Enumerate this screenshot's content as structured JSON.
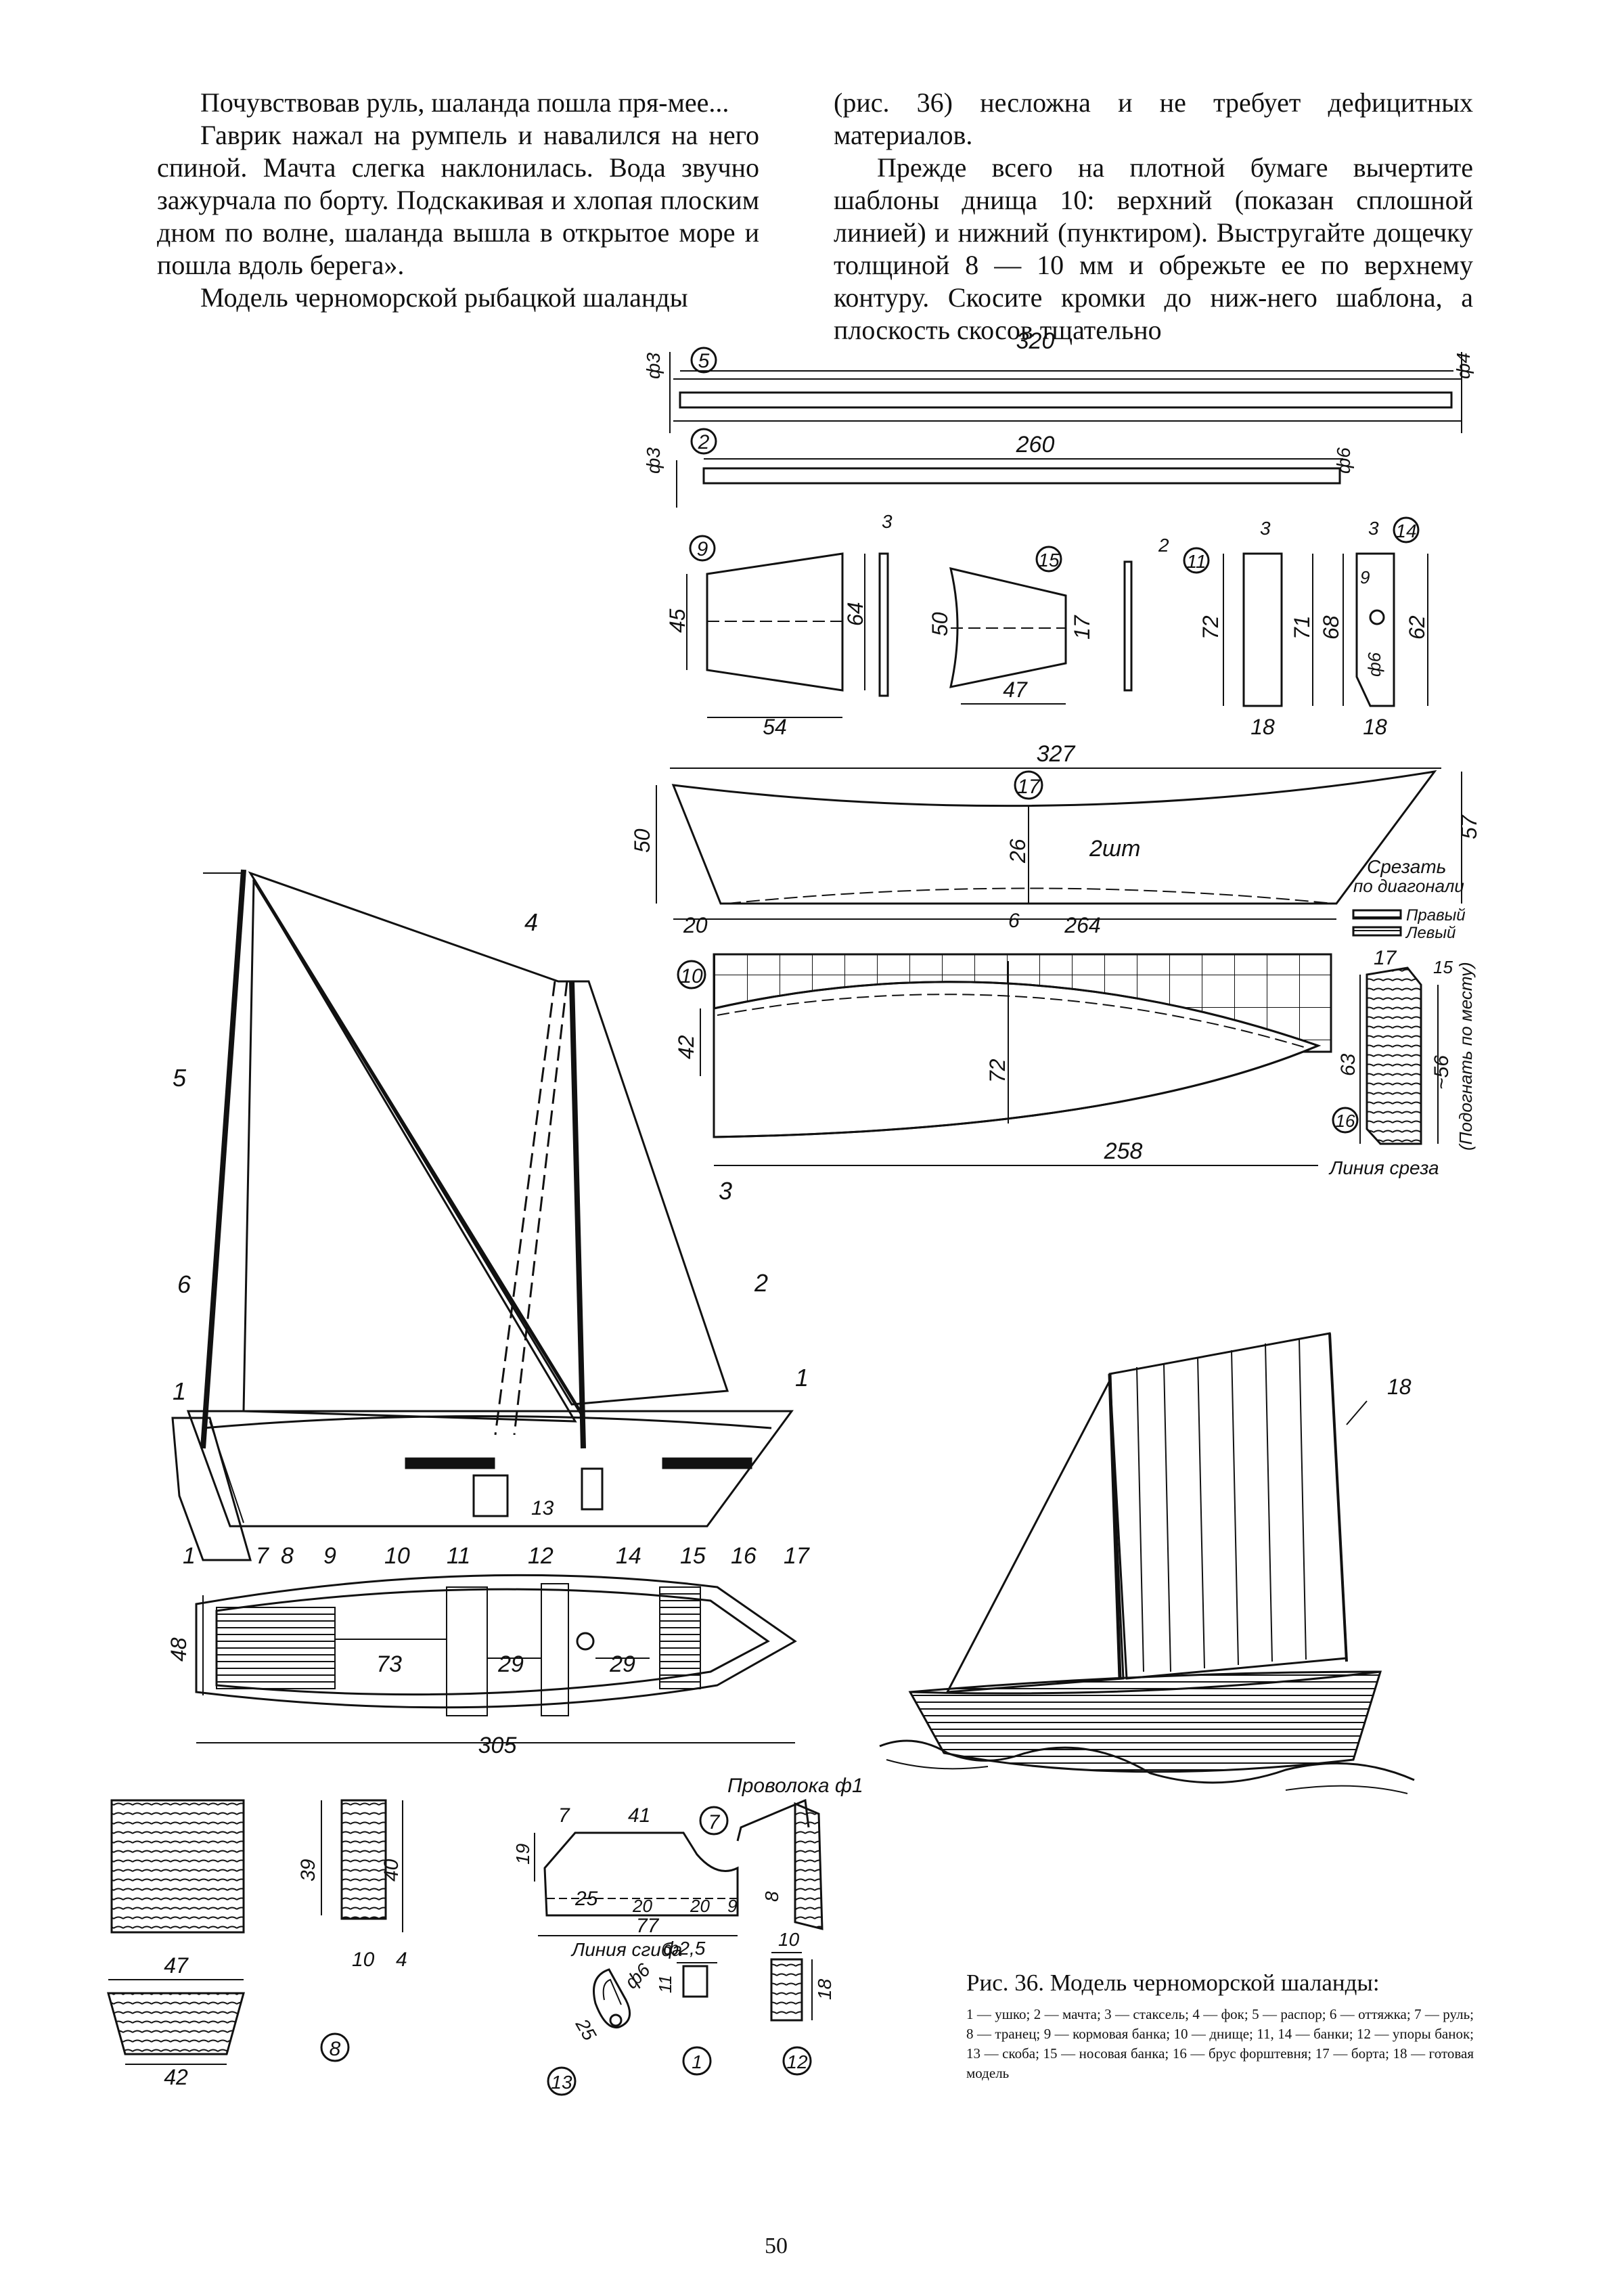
{
  "text": {
    "left": [
      "Почувствовав руль, шаланда пошла пря-мее...",
      "Гаврик нажал на румпель и навалился на него спиной. Мачта слегка наклонилась. Вода звучно зажурчала по борту. Подскакивая и хлопая плоским дном по волне, шаланда вышла в открытое море и пошла вдоль берега».",
      "Модель черноморской рыбацкой шаланды"
    ],
    "right": [
      "(рис. 36) несложна и не требует дефицитных материалов.",
      "Прежде всего на плотной бумаге вычертите шаблоны днища 10: верхний (показан сплошной линией) и нижний (пунктиром). Выстругайте дощечку толщиной 8 — 10 мм и обрежьте ее по верхнему контуру. Скосите кромки до ниж-него шаблона, а плоскость скосов тщательно"
    ]
  },
  "caption": {
    "title": "Рис. 36. Модель черноморской шаланды:",
    "legend": "1 — ушко; 2 — мачта; 3 — стаксель; 4 — фок; 5 — распор; 6 — оттяжка; 7 — руль; 8 — транец; 9 — кормовая банка; 10 — днище; 11, 14 — банки; 12 — упоры банок; 13 — скоба; 15 — носовая банка; 16 — брус форштевня; 17 — борта; 18 — готовая модель"
  },
  "page_number": "50",
  "drawing": {
    "part5": {
      "id": "5",
      "length": "320",
      "d1": "ф3",
      "d2": "ф4"
    },
    "part2": {
      "id": "2",
      "length": "260",
      "d1": "ф3",
      "d2": "ф6"
    },
    "part9": {
      "id": "9",
      "h1": "45",
      "h2": "64",
      "w": "54",
      "t": "3"
    },
    "part15": {
      "id": "15",
      "h1": "50",
      "h2": "17",
      "w": "47",
      "t": "2"
    },
    "part11": {
      "id": "11",
      "h1": "72",
      "h2": "71",
      "w": "18",
      "t": "3"
    },
    "part14": {
      "id": "14",
      "h1": "68",
      "h2": "62",
      "hole": "9",
      "d": "ф6",
      "w": "18",
      "t": "3"
    },
    "part17": {
      "id": "17",
      "len": "327",
      "h1": "50",
      "h2": "57",
      "mid": "26",
      "bottom": "6",
      "left": "20",
      "base": "264",
      "qty": "2шт",
      "note1": "Срезать",
      "note2": "по диагонали",
      "right_side": "Правый",
      "left_side": "Левый"
    },
    "part10": {
      "id": "10",
      "h1": "42",
      "h2": "72",
      "len": "258"
    },
    "part16": {
      "id": "16",
      "w": "17",
      "t": "15",
      "h1": "63",
      "h2": "~56",
      "note": "(Подогнать по месту)",
      "cut": "Линия среза"
    },
    "side_labels": [
      "4",
      "5",
      "3",
      "6",
      "2",
      "1",
      "1",
      "13"
    ],
    "bottom_labels": [
      "1",
      "7",
      "8",
      "9",
      "10",
      "11",
      "12",
      "14",
      "15",
      "16",
      "17"
    ],
    "plan": {
      "w": "48",
      "d1": "73",
      "d2": "29",
      "d3": "29",
      "len": "305"
    },
    "model_label": "18",
    "part8": {
      "id": "8",
      "h1": "39",
      "h2": "40",
      "w": "10",
      "t": "4",
      "top": "47",
      "bottom": "42"
    },
    "part7": {
      "id": "7",
      "a": "7",
      "b": "41",
      "h": "19",
      "c": "25",
      "d": "20",
      "e": "20",
      "f": "9",
      "g": "8",
      "len": "77",
      "fold": "Линия сгиба",
      "wire": "Проволока ф1"
    },
    "part13": {
      "id": "13",
      "len": "25",
      "d": "ф6"
    },
    "part1": {
      "id": "1",
      "d": "ф2,5",
      "h": "11"
    },
    "part12": {
      "id": "12",
      "w": "10",
      "h": "18"
    }
  }
}
